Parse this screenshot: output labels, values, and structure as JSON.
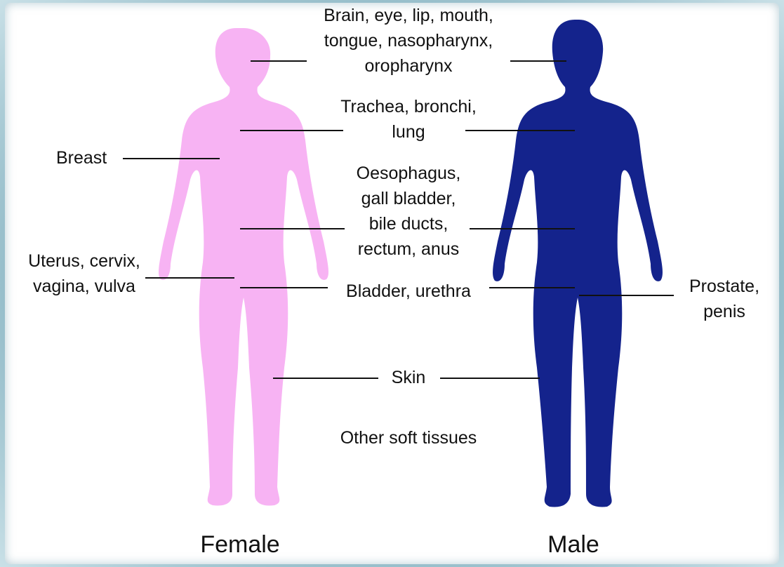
{
  "colors": {
    "female": "#f7b3f3",
    "male": "#14238c",
    "line": "#111111",
    "frame": "#7fa6b4"
  },
  "labels": {
    "head": [
      "Brain, eye, lip, mouth,",
      "tongue, nasopharynx,",
      "oropharynx"
    ],
    "chest": [
      "Trachea, bronchi,",
      "lung"
    ],
    "breast": [
      "Breast"
    ],
    "abdomen": [
      "Oesophagus,",
      "gall bladder,",
      "bile ducts,",
      "rectum, anus"
    ],
    "uterus": [
      "Uterus, cervix,",
      "vagina, vulva"
    ],
    "bladder": [
      "Bladder, urethra"
    ],
    "prostate": [
      "Prostate,",
      "penis"
    ],
    "skin": [
      "Skin"
    ],
    "other": [
      "Other soft tissues"
    ]
  },
  "figures": {
    "female": "Female",
    "male": "Male"
  }
}
